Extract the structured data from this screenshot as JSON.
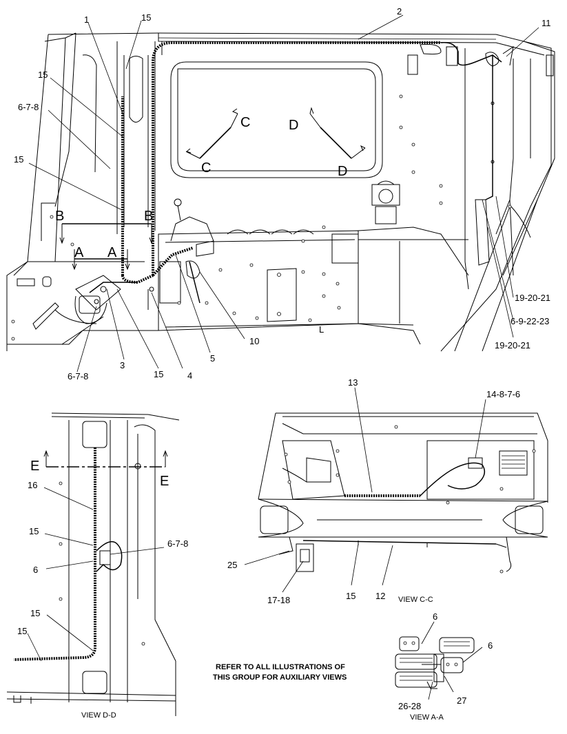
{
  "callouts": {
    "main": {
      "c1": "1",
      "c15_top": "15",
      "c2": "2",
      "c11": "11",
      "c15_left_a": "15",
      "c678_left": "6-7-8",
      "c15_left_b": "15",
      "c678_bottom": "6-7-8",
      "c3": "3",
      "c15_bottom": "15",
      "c4": "4",
      "c5": "5",
      "c10": "10",
      "c192021_right": "19-20-21",
      "c692223": "6-9-22-23",
      "c192021_bottom": "19-20-21"
    },
    "view_dd": {
      "c16": "16",
      "c15_a": "15",
      "c6": "6",
      "c678": "6-7-8",
      "c15_b": "15",
      "c15_c": "15"
    },
    "view_cc": {
      "c13": "13",
      "c14876": "14-8-7-6",
      "c25": "25",
      "c1718": "17-18",
      "c15": "15",
      "c12": "12"
    },
    "view_aa": {
      "c6_a": "6",
      "c6_b": "6",
      "c2628": "26-28",
      "c27": "27"
    }
  },
  "section_marks": {
    "a1": "A",
    "a2": "A",
    "b1": "B",
    "b2": "B",
    "c1": "C",
    "c2": "C",
    "d1": "D",
    "d2": "D",
    "e1": "E",
    "e2": "E"
  },
  "view_labels": {
    "dd": "VIEW D-D",
    "cc": "VIEW C-C",
    "aa": "VIEW A-A"
  },
  "note": {
    "line1": "REFER TO ALL ILLUSTRATIONS OF",
    "line2": "THIS GROUP FOR AUXILIARY VIEWS"
  },
  "misc": {
    "l_mark": "L"
  }
}
